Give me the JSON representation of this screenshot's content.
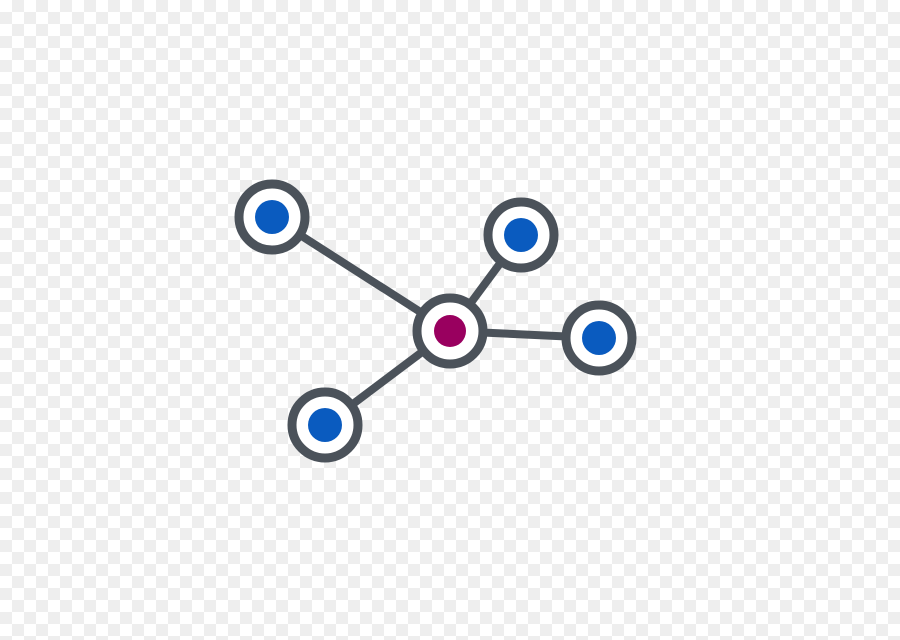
{
  "graphic": {
    "icon": "network-graph-icon",
    "colors": {
      "stroke": "#4b525a",
      "ring_fill": "#ffffff",
      "hub_fill": "#99005f",
      "leaf_fill": "#0a5bbf",
      "background_light": "#ffffff",
      "background_dark": "#eeeeee"
    },
    "nodes": [
      {
        "id": "hub",
        "role": "hub"
      },
      {
        "id": "top-left",
        "role": "leaf"
      },
      {
        "id": "top-right",
        "role": "leaf"
      },
      {
        "id": "right",
        "role": "leaf"
      },
      {
        "id": "bottom-left",
        "role": "leaf"
      }
    ],
    "edges": [
      {
        "from": "hub",
        "to": "top-left"
      },
      {
        "from": "hub",
        "to": "top-right"
      },
      {
        "from": "hub",
        "to": "right"
      },
      {
        "from": "hub",
        "to": "bottom-left"
      }
    ]
  }
}
